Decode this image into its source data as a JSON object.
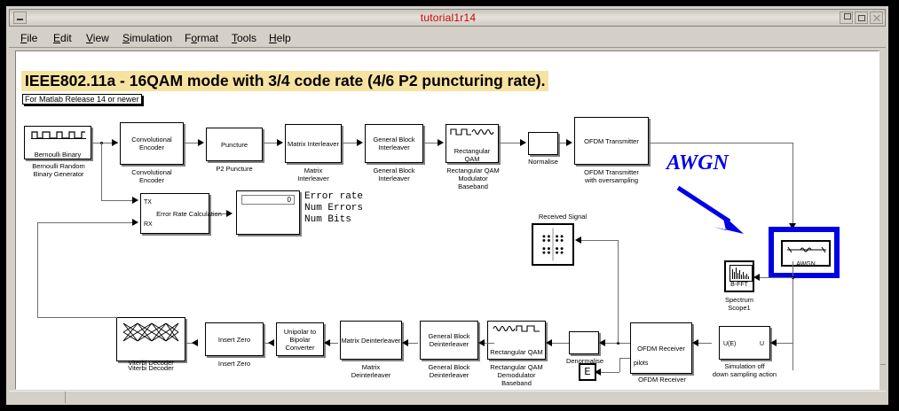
{
  "window": {
    "title": "tutorial1r14",
    "buttons": [
      {
        "name": "minimize",
        "glyph": "_"
      },
      {
        "name": "restore",
        "glyph": "▫"
      },
      {
        "name": "maximize",
        "glyph": "□"
      },
      {
        "name": "close",
        "glyph": "✕"
      }
    ]
  },
  "menu": [
    {
      "label": "File",
      "mnemonic": "F"
    },
    {
      "label": "Edit",
      "mnemonic": "E"
    },
    {
      "label": "View",
      "mnemonic": "V"
    },
    {
      "label": "Simulation",
      "mnemonic": "S"
    },
    {
      "label": "Format",
      "mnemonic": "o"
    },
    {
      "label": "Tools",
      "mnemonic": "T"
    },
    {
      "label": "Help",
      "mnemonic": "H"
    }
  ],
  "diagram": {
    "banner": "IEEE802.11a  - 16QAM mode with 3/4 code rate (4/6 P2 puncturing rate).",
    "note": "For Matlab Release 14 or newer",
    "annotation": "AWGN",
    "blocks": {
      "bernoulli": {
        "title": "Bernoulli\nBinary",
        "caption": "Bernoulli Random\nBinary Generator"
      },
      "conv_encoder": {
        "title": "Convolutional\nEncoder",
        "caption": "Convolutional\nEncoder"
      },
      "puncture": {
        "title": "Puncture",
        "caption": "P2 Puncture"
      },
      "matrix_interleaver": {
        "title": "Matrix\nInterleaver",
        "caption": "Matrix\nInterleaver"
      },
      "general_block_interleaver": {
        "title": "General\nBlock\nInterleaver",
        "caption": "General Block\nInterleaver"
      },
      "qam_mod": {
        "title": "Rectangular\nQAM",
        "caption": "Rectangular QAM\nModulator\nBaseband"
      },
      "normalise": {
        "title": "",
        "caption": "Normalise"
      },
      "ofdm_tx": {
        "title": "OFDM\nTransmitter",
        "caption": "OFDM Transmitter\nwith oversampling"
      },
      "awgn": {
        "title": "AWGN",
        "caption": ""
      },
      "spectrum_scope": {
        "title": "B-FFT",
        "caption": "Spectrum\nScope1"
      },
      "downsample": {
        "title_left": "U(E)",
        "title_right": "U",
        "caption": "Simulation off\ndown sampling action"
      },
      "ofdm_rx": {
        "title": "OFDM\nReceiver",
        "caption": "OFDM Receiver",
        "port": "pilots"
      },
      "denormalise": {
        "title": "",
        "caption": "Denormalise"
      },
      "qam_demod": {
        "title": "Rectangular\nQAM",
        "caption": "Rectangular QAM\nDemodulator\nBaseband"
      },
      "general_block_deinterleaver": {
        "title": "General\nBlock\nDeinterleaver",
        "caption": "General Block\nDeinterleaver"
      },
      "matrix_deinterleaver": {
        "title": "Matrix\nDeinterleaver",
        "caption": "Matrix\nDeinterleaver"
      },
      "unipolar_bipolar": {
        "title": "Unipolar to\nBipolar\nConverter",
        "caption": ""
      },
      "insert_zero": {
        "title": "Insert Zero",
        "caption": "Insert Zero"
      },
      "viterbi": {
        "title": "Viterbi Decoder",
        "caption": "Viterbi Decoder"
      },
      "error_rate": {
        "title": "Error Rate\nCalculation",
        "port_tx": "TX",
        "port_rx": "RX"
      },
      "received_signal": {
        "caption": "Received Signal"
      },
      "pilot_scope": {
        "title": "E"
      }
    },
    "display": {
      "value": "0",
      "legend": "Error rate\nNum Errors\nNum Bits"
    },
    "colors": {
      "highlight": "#0000e6",
      "banner_bg": "#f7e3a1",
      "title_text": "#cc0000",
      "wire": "#6e6e6e"
    }
  }
}
